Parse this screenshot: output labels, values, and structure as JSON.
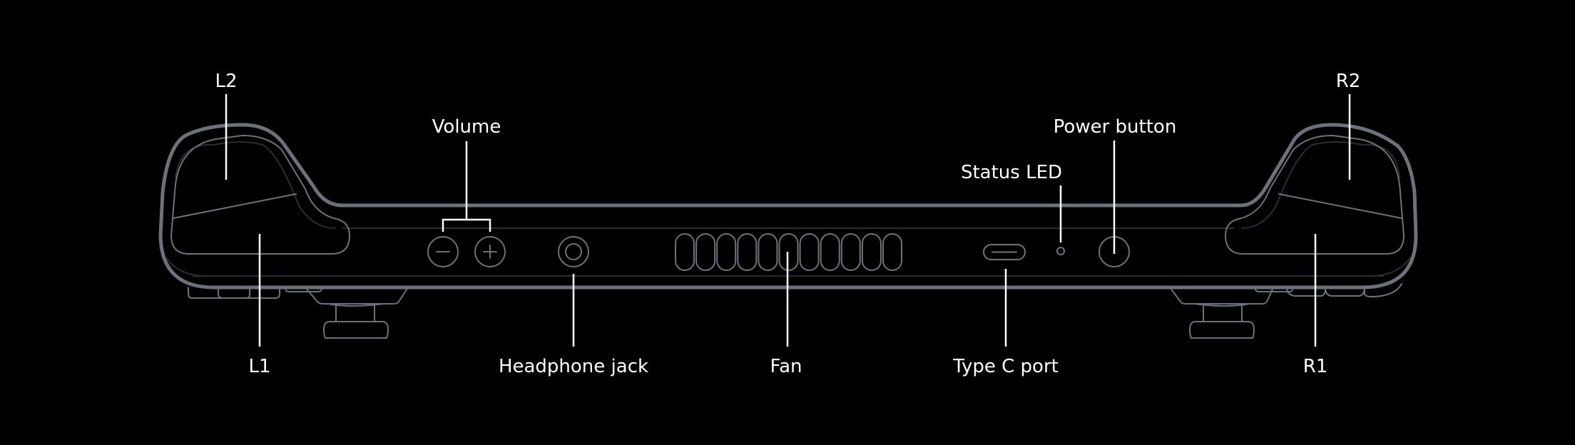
{
  "diagram": {
    "subject": "Handheld console top edge",
    "colors": {
      "background": "#000000",
      "outline": "#6b727b",
      "label": "#ffffff"
    },
    "labels": {
      "l2": "L2",
      "l1": "L1",
      "volume": "Volume",
      "headphone_jack": "Headphone jack",
      "fan": "Fan",
      "type_c_port": "Type C port",
      "status_led": "Status LED",
      "power_button": "Power button",
      "r2": "R2",
      "r1": "R1"
    },
    "volume_buttons": [
      {
        "name": "volume-down",
        "glyph": "−"
      },
      {
        "name": "volume-up",
        "glyph": "+"
      }
    ],
    "fan_vent_count": 11
  }
}
